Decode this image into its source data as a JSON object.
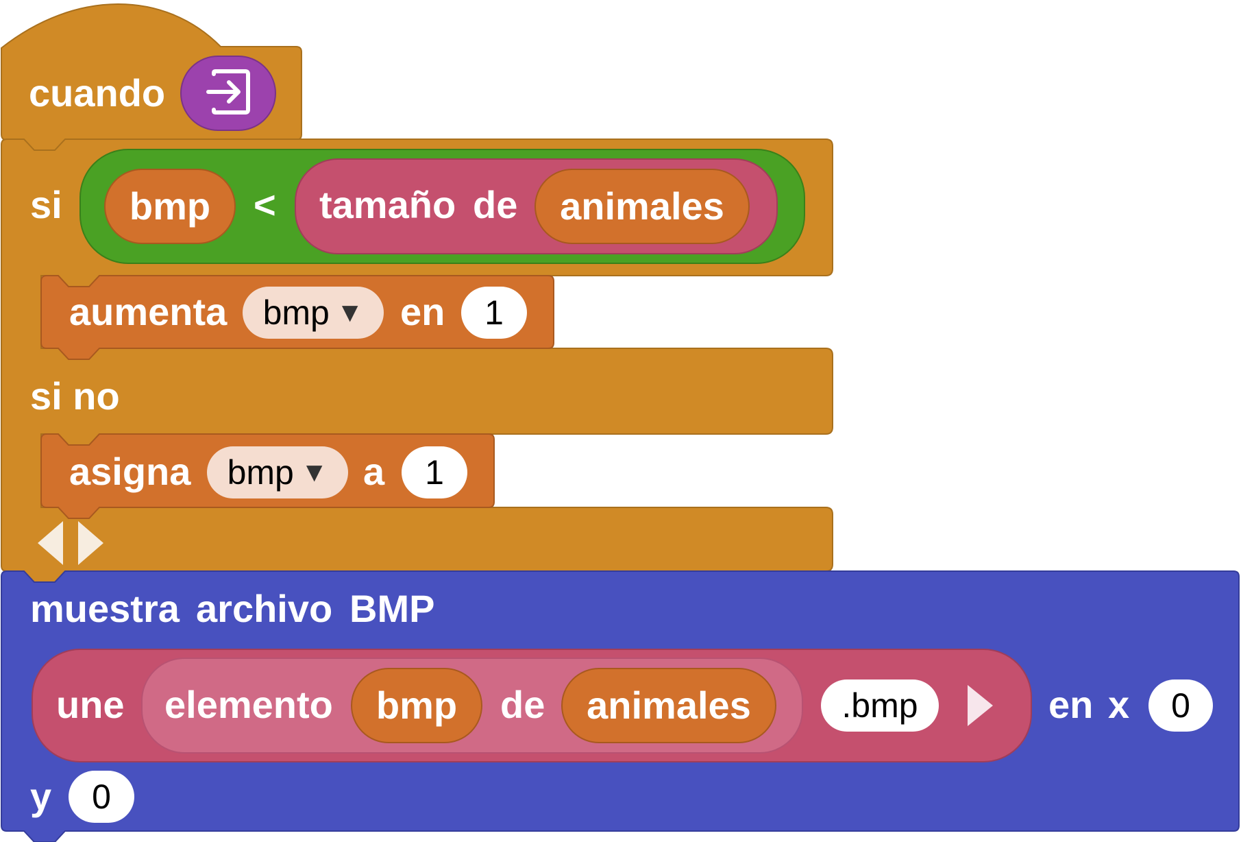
{
  "colors": {
    "event": "#d08a26",
    "control": "#d08a26",
    "variable": "#d2712c",
    "logic": "#4aa124",
    "lists_text": "#c5506e",
    "lists_text_light": "#d06a86",
    "action": "#4851bf",
    "event_icon": "#9c42ad"
  },
  "event_block": {
    "label": "cuando",
    "icon": "enter-arrow-icon"
  },
  "if_block": {
    "if_label": "si",
    "else_label": "si no",
    "condition": {
      "left": "bmp",
      "operator": "<",
      "right_label_1": "tamaño",
      "right_label_2": "de",
      "right_arg": "animales"
    },
    "mutator_icon": "left-right-arrows-icon"
  },
  "increment_block": {
    "label": "aumenta",
    "variable": "bmp",
    "by_label": "en",
    "value": "1"
  },
  "set_block": {
    "label": "asigna",
    "variable": "bmp",
    "to_label": "a",
    "value": "1"
  },
  "bmp_block": {
    "label_1": "muestra",
    "label_2": "archivo",
    "label_3": "BMP",
    "join_label": "une",
    "item_label": "elemento",
    "item_index": "bmp",
    "of_label": "de",
    "list_name": "animales",
    "suffix": ".bmp",
    "x_label_1": "en",
    "x_label_2": "x",
    "x_value": "0",
    "y_label": "y",
    "y_value": "0"
  }
}
